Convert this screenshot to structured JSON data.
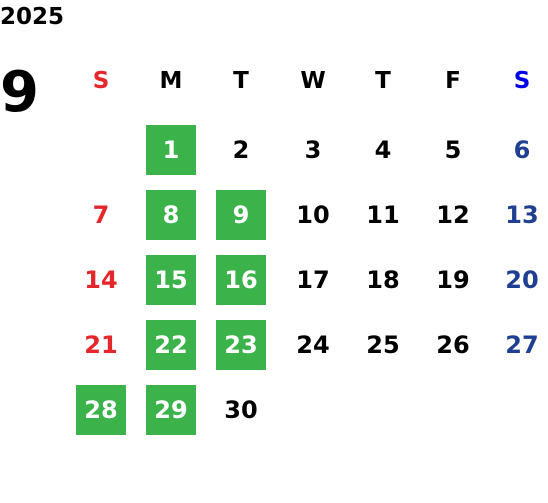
{
  "calendar": {
    "year": "2025",
    "month": "9",
    "colors": {
      "sunday": "#e5262b",
      "saturday": "#1f3f93",
      "saturday_header": "#0000e6",
      "highlight_bg": "#3bb34a",
      "highlight_text": "#ffffff",
      "default_text": "#000000"
    },
    "weekdays": [
      "S",
      "M",
      "T",
      "W",
      "T",
      "F",
      "S"
    ],
    "weeks": [
      [
        {
          "day": ""
        },
        {
          "day": "1",
          "highlight": true
        },
        {
          "day": "2"
        },
        {
          "day": "3"
        },
        {
          "day": "4"
        },
        {
          "day": "5"
        },
        {
          "day": "6"
        }
      ],
      [
        {
          "day": "7"
        },
        {
          "day": "8",
          "highlight": true
        },
        {
          "day": "9",
          "highlight": true
        },
        {
          "day": "10"
        },
        {
          "day": "11"
        },
        {
          "day": "12"
        },
        {
          "day": "13"
        }
      ],
      [
        {
          "day": "14"
        },
        {
          "day": "15",
          "highlight": true
        },
        {
          "day": "16",
          "highlight": true
        },
        {
          "day": "17"
        },
        {
          "day": "18"
        },
        {
          "day": "19"
        },
        {
          "day": "20"
        }
      ],
      [
        {
          "day": "21"
        },
        {
          "day": "22",
          "highlight": true
        },
        {
          "day": "23",
          "highlight": true
        },
        {
          "day": "24"
        },
        {
          "day": "25"
        },
        {
          "day": "26"
        },
        {
          "day": "27"
        }
      ],
      [
        {
          "day": "28",
          "highlight": true
        },
        {
          "day": "29",
          "highlight": true
        },
        {
          "day": "30"
        },
        {
          "day": ""
        },
        {
          "day": ""
        },
        {
          "day": ""
        },
        {
          "day": ""
        }
      ]
    ]
  }
}
